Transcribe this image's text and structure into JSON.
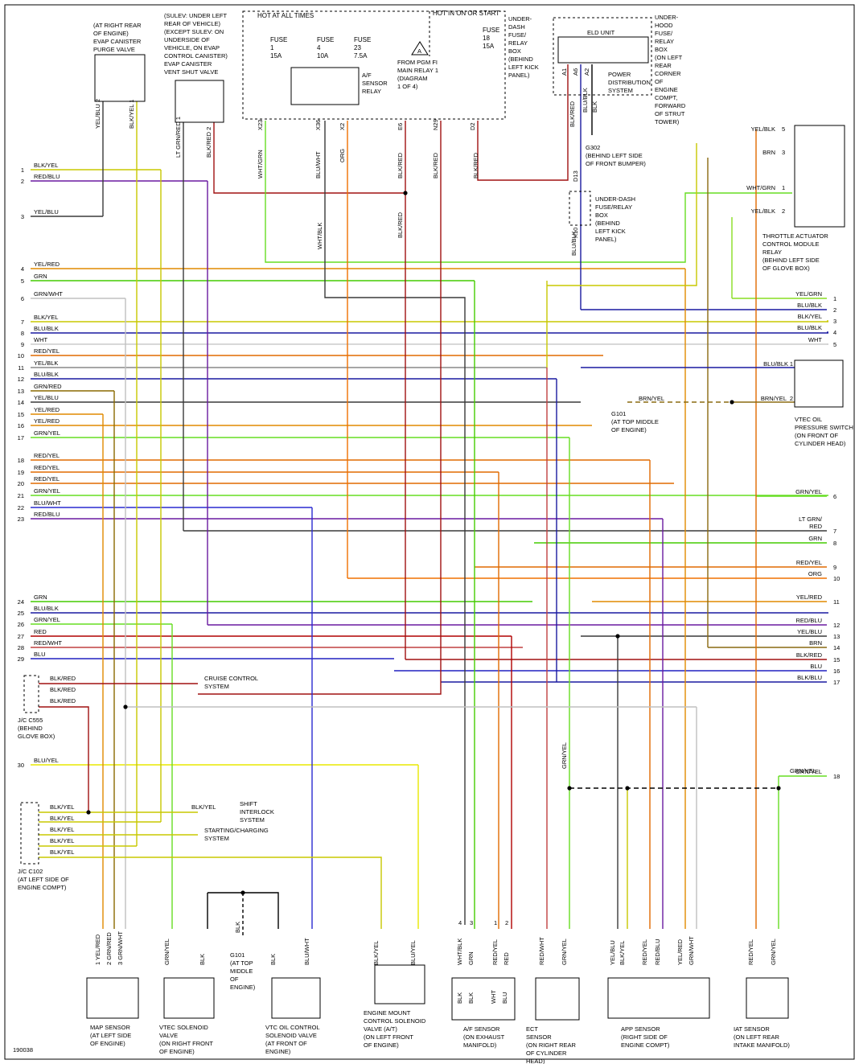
{
  "diagram_id": "190038",
  "headers": {
    "hot_at_all_times": "HOT AT ALL TIMES",
    "hot_in_on_or_start": "HOT IN ON OR START"
  },
  "fuses": [
    {
      "name": "FUSE",
      "num": "1",
      "amp": "15A"
    },
    {
      "name": "FUSE",
      "num": "4",
      "amp": "10A"
    },
    {
      "name": "FUSE",
      "num": "23",
      "amp": "7.5A"
    },
    {
      "name": "FUSE",
      "num": "18",
      "amp": "15A"
    }
  ],
  "components": {
    "evap_purge": [
      "(AT RIGHT REAR",
      "OF ENGINE)",
      "EVAP CANISTER",
      "PURGE VALVE"
    ],
    "evap_shut": [
      "(SULEV: UNDER LEFT",
      "REAR OF VEHICLE)",
      "(EXCEPT SULEV: ON",
      "UNDERSIDE OF",
      "VEHICLE, ON EVAP",
      "CONTROL CANISTER)",
      "EVAP CANISTER",
      "VENT SHUT VALVE"
    ],
    "af_relay": [
      "A/F",
      "SENSOR",
      "RELAY"
    ],
    "pgm_fi": [
      "FROM PGM FI",
      "MAIN RELAY 1",
      "(DIAGRAM",
      "1 OF 4)"
    ],
    "pgm_fi_ref": "A",
    "underdash_box": [
      "UNDER-",
      "DASH",
      "FUSE/",
      "RELAY",
      "BOX",
      "(BEHIND",
      "LEFT KICK",
      "PANEL)"
    ],
    "eld_unit": "ELD UNIT",
    "power_dist": [
      "POWER",
      "DISTRIBUTION",
      "SYSTEM"
    ],
    "underhood_box": [
      "UNDER-",
      "HOOD",
      "FUSE/",
      "RELAY",
      "BOX",
      "(ON LEFT",
      "REAR",
      "CORNER",
      "OF",
      "ENGINE",
      "COMPT,",
      "FORWARD",
      "OF STRUT",
      "TOWER)"
    ],
    "g302": [
      "G302",
      "(BEHIND LEFT SIDE",
      "OF FRONT BUMPER)"
    ],
    "underdash_box2": [
      "UNDER-DASH",
      "FUSE/RELAY",
      "BOX",
      "(BEHIND",
      "LEFT KICK",
      "PANEL)"
    ],
    "throttle_relay": [
      "THROTTLE ACTUATOR",
      "CONTROL MODULE",
      "RELAY",
      "(BEHIND LEFT SIDE",
      "OF GLOVE BOX)"
    ],
    "vtec_switch": [
      "VTEC OIL",
      "PRESSURE SWITCH",
      "(ON FRONT OF",
      "CYLINDER HEAD)"
    ],
    "g101_top": [
      "G101",
      "(AT TOP MIDDLE",
      "OF ENGINE)"
    ],
    "cruise": [
      "CRUISE CONTROL",
      "SYSTEM"
    ],
    "jc_c555": [
      "J/C C555",
      "(BEHIND",
      "GLOVE BOX)"
    ],
    "shift_interlock": [
      "SHIFT",
      "INTERLOCK",
      "SYSTEM"
    ],
    "starting": [
      "STARTING/CHARGING",
      "SYSTEM"
    ],
    "jc_c102": [
      "J/C C102",
      "(AT LEFT SIDE OF",
      "ENGINE COMPT)"
    ],
    "map_sensor": [
      "MAP SENSOR",
      "(AT LEFT SIDE",
      "OF ENGINE)"
    ],
    "vtec_solenoid": [
      "VTEC SOLENOID",
      "VALVE",
      "(ON RIGHT FRONT",
      "OF ENGINE)"
    ],
    "g101_bottom": [
      "G101",
      "(AT TOP",
      "MIDDLE",
      "OF",
      "ENGINE)"
    ],
    "vtc_solenoid": [
      "VTC OIL CONTROL",
      "SOLENOID VALVE",
      "(AT FRONT OF",
      "ENGINE)"
    ],
    "engine_mount": [
      "ENGINE MOUNT",
      "CONTROL SOLENOID",
      "VALVE   (A/T)",
      "(ON LEFT FRONT",
      "OF ENGINE)"
    ],
    "af_sensor": [
      "A/F SENSOR",
      "(ON EXHAUST",
      "MANIFOLD)"
    ],
    "ect_sensor": [
      "ECT",
      "SENSOR",
      "(ON RIGHT REAR",
      "OF CYLINDER",
      "HEAD)"
    ],
    "app_sensor": [
      "APP SENSOR",
      "(RIGHT SIDE OF",
      "ENGINE COMPT)"
    ],
    "iat_sensor": [
      "IAT SENSOR",
      "(ON LEFT REAR",
      "INTAKE MANIFOLD)"
    ]
  },
  "terminals_top": [
    "X23",
    "X36",
    "X2",
    "E6",
    "N29",
    "D2",
    "A1",
    "A6",
    "A2",
    "D13",
    "X10"
  ],
  "left_pins": [
    {
      "n": "1",
      "wire": "BLK/YEL"
    },
    {
      "n": "2",
      "wire": "RED/BLU"
    },
    {
      "n": "3",
      "wire": "YEL/BLU"
    },
    {
      "n": "4",
      "wire": "YEL/RED"
    },
    {
      "n": "5",
      "wire": "GRN"
    },
    {
      "n": "6",
      "wire": "GRN/WHT"
    },
    {
      "n": "7",
      "wire": "BLK/YEL"
    },
    {
      "n": "8",
      "wire": "BLU/BLK"
    },
    {
      "n": "9",
      "wire": "WHT"
    },
    {
      "n": "10",
      "wire": "RED/YEL"
    },
    {
      "n": "11",
      "wire": "YEL/BLK"
    },
    {
      "n": "12",
      "wire": "BLU/BLK"
    },
    {
      "n": "13",
      "wire": "GRN/RED"
    },
    {
      "n": "14",
      "wire": "YEL/BLU"
    },
    {
      "n": "15",
      "wire": "YEL/RED"
    },
    {
      "n": "16",
      "wire": "YEL/RED"
    },
    {
      "n": "17",
      "wire": "GRN/YEL"
    },
    {
      "n": "18",
      "wire": "RED/YEL"
    },
    {
      "n": "19",
      "wire": "RED/YEL"
    },
    {
      "n": "20",
      "wire": "RED/YEL"
    },
    {
      "n": "21",
      "wire": "GRN/YEL"
    },
    {
      "n": "22",
      "wire": "BLU/WHT"
    },
    {
      "n": "23",
      "wire": "RED/BLU"
    },
    {
      "n": "24",
      "wire": "GRN"
    },
    {
      "n": "25",
      "wire": "BLU/BLK"
    },
    {
      "n": "26",
      "wire": "GRN/YEL"
    },
    {
      "n": "27",
      "wire": "RED"
    },
    {
      "n": "28",
      "wire": "RED/WHT"
    },
    {
      "n": "29",
      "wire": "BLU"
    },
    {
      "n": "30",
      "wire": "BLU/YEL"
    }
  ],
  "right_pins": [
    {
      "n": "1",
      "wire": "YEL/GRN"
    },
    {
      "n": "2",
      "wire": "BLU/BLK"
    },
    {
      "n": "3",
      "wire": "BLK/YEL"
    },
    {
      "n": "4",
      "wire": "BLU/BLK"
    },
    {
      "n": "5",
      "wire": "WHT"
    },
    {
      "n": "6",
      "wire": "GRN/YEL"
    },
    {
      "n": "7",
      "wire": "LT GRN/ RED"
    },
    {
      "n": "8",
      "wire": "GRN"
    },
    {
      "n": "9",
      "wire": "RED/YEL"
    },
    {
      "n": "10",
      "wire": "ORG"
    },
    {
      "n": "11",
      "wire": "YEL/RED"
    },
    {
      "n": "12",
      "wire": "RED/BLU"
    },
    {
      "n": "13",
      "wire": "YEL/BLU"
    },
    {
      "n": "14",
      "wire": "BRN"
    },
    {
      "n": "15",
      "wire": "BLK/RED"
    },
    {
      "n": "16",
      "wire": "BLU"
    },
    {
      "n": "17",
      "wire": "BLK/BLU"
    },
    {
      "n": "18",
      "wire": "GRN/YEL"
    }
  ],
  "wire_labels_top": [
    "YEL/BLU 2",
    "BLK/YEL 1",
    "LT GRN/RED 1",
    "BLK/RED 2",
    "WHT/GRN",
    "BLU/WHT",
    "ORG",
    "BLK/RED",
    "BLK/RED",
    "BLK/RED",
    "BLK/RED",
    "BLU/BLK",
    "BLK",
    "WHT/BLK",
    "BLU/BLK",
    "BLK/RED"
  ],
  "relay_pins": [
    {
      "n": "5",
      "wire": "YEL/BLK"
    },
    {
      "n": "3",
      "wire": "BRN"
    },
    {
      "n": "1",
      "wire": "WHT/GRN"
    },
    {
      "n": "2",
      "wire": "YEL/BLK"
    }
  ],
  "vtec_switch_pins": [
    {
      "n": "1",
      "wire": "BLU/BLK"
    },
    {
      "n": "2",
      "wire": "BRN/YEL"
    }
  ],
  "g101_wire": "BRN/YEL",
  "c555_wires": [
    "BLK/RED",
    "BLK/RED",
    "BLK/RED"
  ],
  "c102_wires": [
    "BLK/YEL",
    "BLK/YEL",
    "BLK/YEL",
    "BLK/YEL",
    "BLK/YEL"
  ],
  "shift_wire": "BLK/YEL",
  "bottom_wires": {
    "map": [
      "1 YEL/RED",
      "2 GRN/RED",
      "3 GRN/WHT"
    ],
    "vtec": [
      "GRN/YEL",
      "BLK"
    ],
    "g101": "BLK",
    "vtc": [
      "BLK",
      "BLU/WHT"
    ],
    "mount": [
      "BLK/YEL",
      "BLU/YEL"
    ],
    "af": [
      "WHT/BLK",
      "GRN",
      "RED/YEL",
      "RED"
    ],
    "af_pins": [
      "4",
      "3",
      "1",
      "2"
    ],
    "af_inner": [
      "BLK",
      "BLK",
      "WHT",
      "BLU"
    ],
    "ect": [
      "RED/WHT",
      "GRN/YEL"
    ],
    "app": [
      "YEL/BLU",
      "BLK/YEL",
      "RED/YEL",
      "RED/BLU",
      "YEL/RED",
      "GRN/WHT"
    ],
    "iat": [
      "RED/YEL",
      "GRN/YEL"
    ],
    "grn_yel_18": "GRN/YEL"
  },
  "wire_colors": {
    "BLK_YEL": "#c8c800",
    "RED_BLU": "#6a1aa0",
    "YEL_RED": "#e08a00",
    "GRN": "#44cc00",
    "GRN_WHT": "#c0c0c0",
    "BLU_BLK": "#1a1aa0",
    "WHT": "#cccccc",
    "RED_YEL": "#e06a00",
    "GRN_RED": "#8a6a00",
    "YEL_BLU": "#3a3a3a",
    "GRN_YEL": "#66dd22",
    "BLU_WHT": "#2a2ad0",
    "RED": "#b00000",
    "RED_WHT": "#c04040",
    "BLU": "#2020c0",
    "BLU_YEL": "#e8e800",
    "ORG": "#f07000",
    "BLK_RED": "#a01010",
    "BRN": "#8a6a10",
    "YEL_GRN": "#88dd22",
    "LTGRN_RED": "#3a3a3a",
    "BLK": "#000000",
    "WHT_GRN": "#66dd22"
  }
}
